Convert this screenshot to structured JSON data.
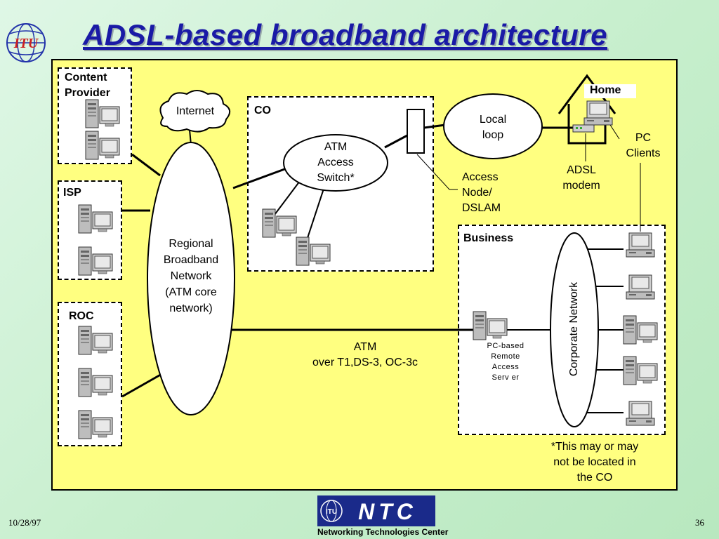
{
  "slide": {
    "title": "ADSL-based broadband architecture",
    "date": "10/28/97",
    "page": "36"
  },
  "logo": {
    "itu_text": "ITU",
    "ntc_text": "NTC",
    "ntc_subtitle": "Networking Technologies Center"
  },
  "diagram": {
    "content_provider_line1": "Content",
    "content_provider_line2": "Provider",
    "isp": "ISP",
    "roc": "ROC",
    "internet": "Internet",
    "regional_line1": "Regional",
    "regional_line2": "Broadband",
    "regional_line3": "Network",
    "regional_line4": "(ATM core",
    "regional_line5": "network)",
    "co": "CO",
    "atm_switch_line1": "ATM",
    "atm_switch_line2": "Access",
    "atm_switch_line3": "Switch*",
    "local_loop_line1": "Local",
    "local_loop_line2": "loop",
    "access_node_line1": "Access",
    "access_node_line2": "Node/",
    "access_node_line3": "DSLAM",
    "home": "Home",
    "pc_clients_line1": "PC",
    "pc_clients_line2": "Clients",
    "adsl_modem_line1": "ADSL",
    "adsl_modem_line2": "modem",
    "business": "Business",
    "corporate_network": "Corporate Network",
    "pc_based_line1": "PC-based",
    "pc_based_line2": "Remote",
    "pc_based_line3": "Access",
    "pc_based_line4": "Serv er",
    "atm_link_line1": "ATM",
    "atm_link_line2": "over T1,DS-3, OC-3c",
    "note_line1": "*This may or may",
    "note_line2": "not be located in",
    "note_line3": "the CO"
  }
}
